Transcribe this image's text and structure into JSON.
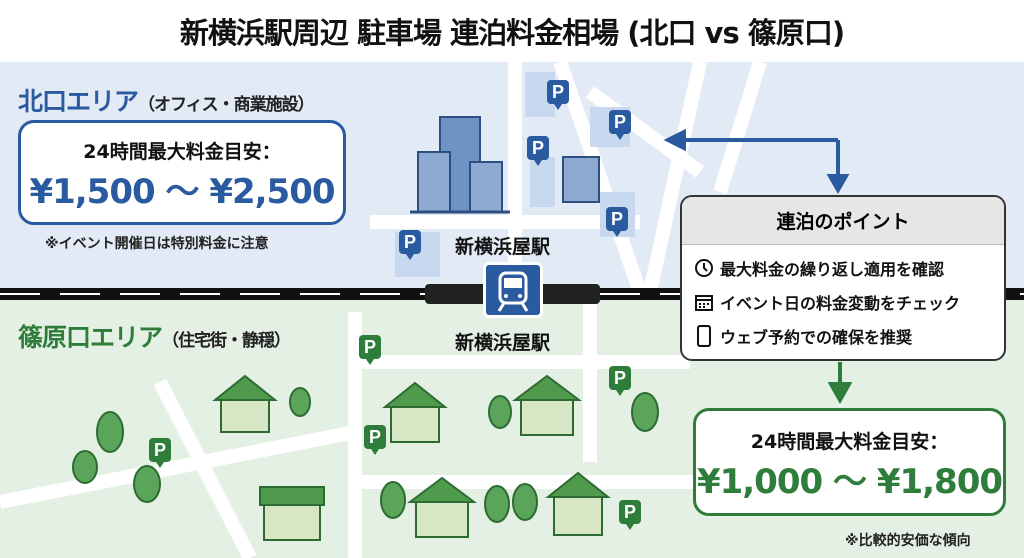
{
  "title": "新横浜駅周辺 駐車場 連泊料金相場 (北口 vs 篠原口)",
  "north": {
    "label": "北口エリア",
    "sub": "（オフィス・商業施設）",
    "caption": "24時間最大料金目安：",
    "price": "¥1,500 〜 ¥2,500",
    "note": "※イベント開催日は特別料金に注意",
    "color": "#2a5aa0"
  },
  "station": {
    "name_top": "新横浜屋駅",
    "name_bottom": "新横浜屋駅"
  },
  "south": {
    "label": "篠原口エリア",
    "sub": "（住宅街・静穏）",
    "caption": "24時間最大料金目安：",
    "price": "¥1,000 〜 ¥1,800",
    "note": "※比較的安価な傾向",
    "color": "#2e7d3a"
  },
  "points": {
    "title": "連泊のポイント",
    "items": [
      {
        "icon": "clock-icon",
        "text": "最大料金の繰り返し適用を確認"
      },
      {
        "icon": "calendar-icon",
        "text": "イベント日の料金変動をチェック"
      },
      {
        "icon": "smartphone-icon",
        "text": "ウェブ予約での確保を推奨"
      }
    ]
  },
  "parking_marker": "P"
}
